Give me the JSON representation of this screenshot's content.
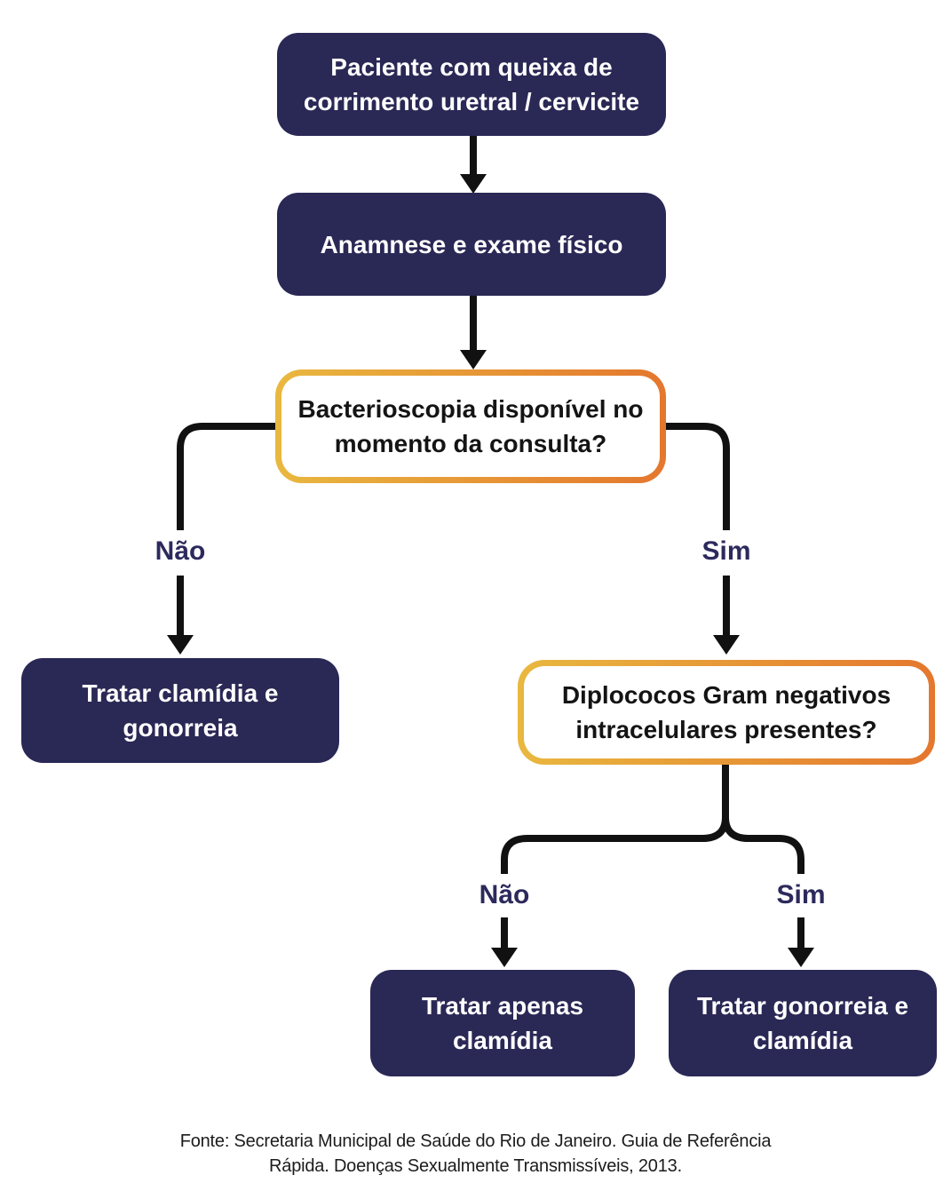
{
  "colors": {
    "node_navy": "#2a2855",
    "decision_border_gold": "#e9b83f",
    "decision_border_orange": "#e4772e",
    "line_black": "#111111",
    "label_navy": "#2c2a5c",
    "decision_text": "#141414",
    "node_text": "#ffffff",
    "background": "#ffffff"
  },
  "nodes": {
    "start": {
      "text": "Paciente com queixa de\ncorrimento uretral / cervicite"
    },
    "anamnese": {
      "text": "Anamnese e exame físico"
    },
    "decision_bacterioscopia": {
      "text": "Bacterioscopia disponível no\nmomento da consulta?"
    },
    "treat_clamidia_gonorreia": {
      "text": "Tratar clamídia e\ngonorreia"
    },
    "decision_diplococos": {
      "text": "Diplococos Gram negativos\nintracelulares presentes?"
    },
    "treat_apenas_clamidia": {
      "text": "Tratar apenas\nclamídia"
    },
    "treat_gonorreia_clamidia": {
      "text": "Tratar gonorreia e\nclamídia"
    }
  },
  "edge_labels": {
    "d1_no": "Não",
    "d1_yes": "Sim",
    "d2_no": "Não",
    "d2_yes": "Sim"
  },
  "footer": {
    "text": "Fonte: Secretaria Municipal de Saúde do Rio de Janeiro. Guia de Referência\nRápida. Doenças Sexualmente Transmissíveis, 2013."
  }
}
